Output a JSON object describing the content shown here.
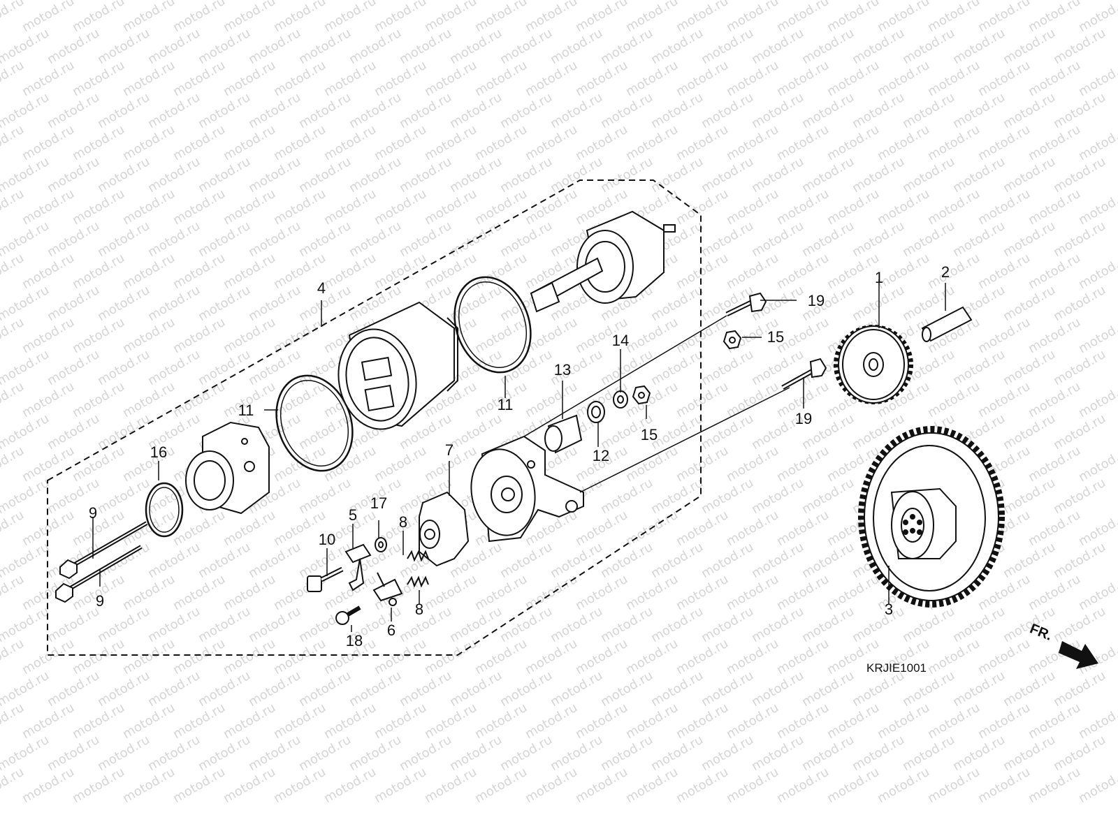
{
  "watermark": "motod.ru",
  "diagram_code": "KRJIE1001",
  "direction_label": "FR.",
  "callouts": [
    "1",
    "2",
    "3",
    "4",
    "5",
    "6",
    "7",
    "8",
    "8",
    "9",
    "9",
    "10",
    "11",
    "11",
    "12",
    "13",
    "14",
    "15",
    "15",
    "16",
    "17",
    "18",
    "19",
    "19"
  ],
  "colors": {
    "line": "#111111",
    "watermark": "#c8c8c8",
    "background": "#ffffff"
  }
}
